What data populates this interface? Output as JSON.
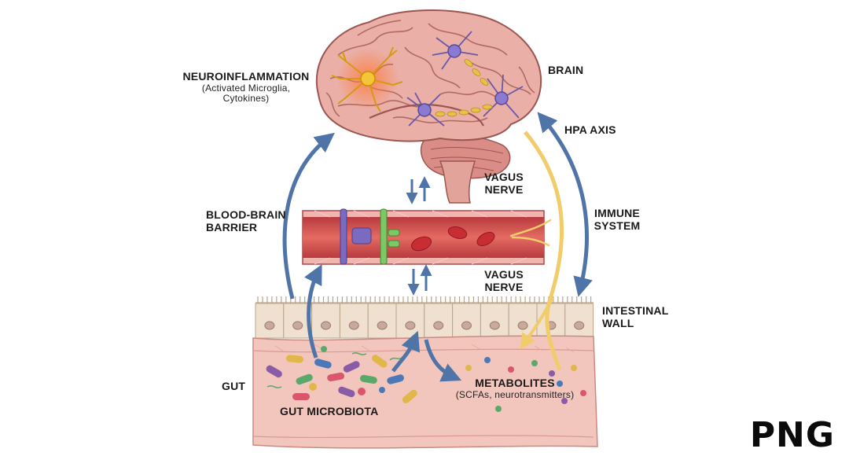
{
  "labels": {
    "neuroinflammation": "NEUROINFLAMMATION",
    "neuroinflammation_sub_1": "(Activated Microglia,",
    "neuroinflammation_sub_2": "Cytokines)",
    "brain": "BRAIN",
    "hpa_axis": "HPA AXIS",
    "vagus_nerve_top_1": "VAGUS",
    "vagus_nerve_top_2": "NERVE",
    "immune_system_1": "IMMUNE",
    "immune_system_2": "SYSTEM",
    "blood_brain_barrier_1": "BLOOD-BRAIN",
    "blood_brain_barrier_2": "BARRIER",
    "vagus_nerve_bottom_1": "VAGUS",
    "vagus_nerve_bottom_2": "NERVE",
    "intestinal_wall_1": "INTESTINAL",
    "intestinal_wall_2": "WALL",
    "gut": "GUT",
    "gut_microbiota": "GUT MICROBIOTA",
    "metabolites": "METABOLITES",
    "metabolites_sub": "(SCFAs, neurotransmitters)"
  },
  "badge": "PNG",
  "colors": {
    "arrow_blue": "#4f74a8",
    "vagus_yellow": "#f0cc6a",
    "brain_pink": "#e9a9a2",
    "vessel_red": "#d8524f",
    "gut_pink": "#f2c6bd",
    "epithelium": "#efe0d0"
  }
}
